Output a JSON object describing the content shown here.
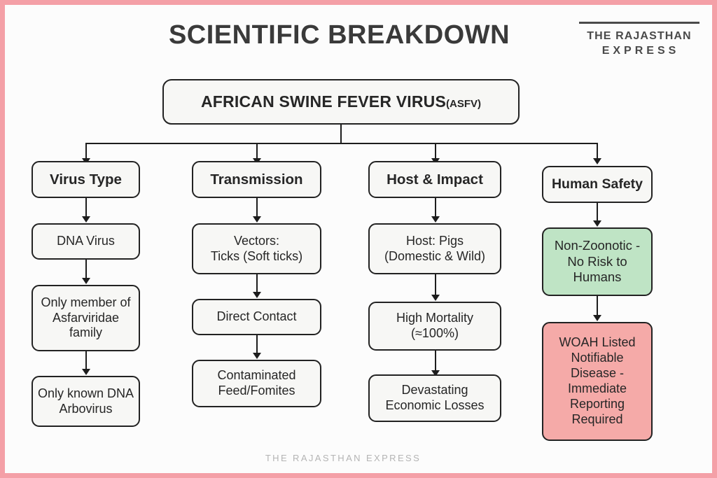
{
  "header": {
    "title": "SCIENTIFIC BREAKDOWN",
    "brand_line1": "THE RAJASTHAN",
    "brand_line2": "EXPRESS"
  },
  "footer": {
    "watermark": "THE RAJASTHAN EXPRESS"
  },
  "colors": {
    "page_background": "#fcfcfc",
    "page_border": "#f4a0a7",
    "node_fill": "#f7f7f5",
    "node_border": "#222222",
    "safe_fill": "#bfe4c5",
    "alert_fill": "#f5aaa8",
    "text": "#262626",
    "title": "#3a3a3a",
    "watermark": "#b4b4b4"
  },
  "diagram": {
    "type": "flowchart",
    "root": {
      "label": "AFRICAN SWINE FEVER VIRUS",
      "abbreviation": "(ASFV)"
    },
    "branches": [
      {
        "heading": "Virus Type",
        "steps": [
          {
            "label": "DNA Virus",
            "style": "default"
          },
          {
            "label": "Only member of Asfarviridae family",
            "style": "default"
          },
          {
            "label": "Only known DNA Arbovirus",
            "style": "default"
          }
        ]
      },
      {
        "heading": "Transmission",
        "steps": [
          {
            "label": "Vectors:\nTicks (Soft ticks)",
            "style": "default"
          },
          {
            "label": "Direct Contact",
            "style": "default"
          },
          {
            "label": "Contaminated Feed/Fomites",
            "style": "default"
          }
        ]
      },
      {
        "heading": "Host & Impact",
        "steps": [
          {
            "label": "Host: Pigs\n(Domestic & Wild)",
            "style": "default"
          },
          {
            "label": "High Mortality\n(≈100%)",
            "style": "default"
          },
          {
            "label": "Devastating Economic Losses",
            "style": "default"
          }
        ]
      },
      {
        "heading": "Human Safety",
        "steps": [
          {
            "label": "Non-Zoonotic - No Risk to Humans",
            "style": "safe"
          },
          {
            "label": "WOAH Listed Notifiable Disease - Immediate Reporting Required",
            "style": "alert"
          }
        ]
      }
    ]
  }
}
